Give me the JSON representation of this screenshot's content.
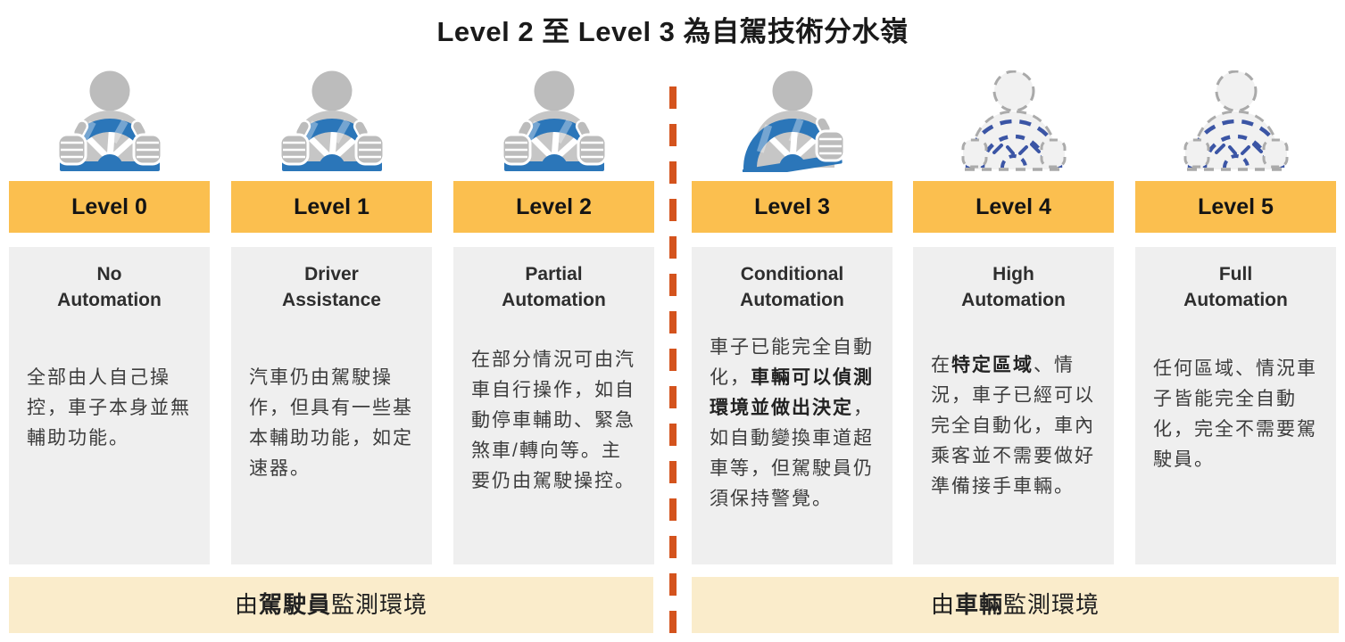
{
  "title": "Level 2 至 Level 3 為自駕技術分水嶺",
  "colors": {
    "level_bar_orange": "#FBBF4F",
    "panel_gray": "#EFEFEF",
    "footer_cream": "#FAECCB",
    "divider_orange_red": "#D4531D",
    "wheel_blue": "#2B76B9",
    "dashed_blue": "#3B55A5",
    "driver_gray": "#BCBCBC"
  },
  "divider": {
    "style": "vertical-dashed",
    "meaning": "Level 2 與 Level 3 之間的分水嶺",
    "color": "#D4531D"
  },
  "columns": [
    {
      "level_label": "Level 0",
      "icon": "driver-hands-on-wheel",
      "name_en": "No\nAutomation",
      "desc_segments": [
        {
          "text": "全部由人自己操控，車子本身並無輔助功能。",
          "bold": false
        }
      ]
    },
    {
      "level_label": "Level 1",
      "icon": "driver-hands-on-wheel",
      "name_en": "Driver\nAssistance",
      "desc_segments": [
        {
          "text": "汽車仍由駕駛操作，但具有一些基本輔助功能，如定速器。",
          "bold": false
        }
      ]
    },
    {
      "level_label": "Level 2",
      "icon": "driver-hands-on-wheel",
      "name_en": "Partial\nAutomation",
      "desc_segments": [
        {
          "text": "在部分情況可由汽車自行操作，如自動停車輔助、緊急煞車/轉向等。主要仍由駕駛操控。",
          "bold": false
        }
      ]
    },
    {
      "level_label": "Level 3",
      "icon": "driver-one-hand-on-wheel",
      "name_en": "Conditional\nAutomation",
      "desc_segments": [
        {
          "text": "車子已能完全自動化，",
          "bold": false
        },
        {
          "text": "車輛可以偵測環境並做出決定",
          "bold": true
        },
        {
          "text": "，如自動變換車道超車等，但駕駛員仍須保持警覺。",
          "bold": false
        }
      ]
    },
    {
      "level_label": "Level 4",
      "icon": "autonomous-dashed-driver",
      "name_en": "High\nAutomation",
      "desc_segments": [
        {
          "text": "在",
          "bold": false
        },
        {
          "text": "特定區域",
          "bold": true
        },
        {
          "text": "、情況，車子已經可以完全自動化，車內乘客並不需要做好準備接手車輛。",
          "bold": false
        }
      ]
    },
    {
      "level_label": "Level 5",
      "icon": "autonomous-dashed-driver",
      "name_en": "Full\nAutomation",
      "desc_segments": [
        {
          "text": "任何區域、情況車子皆能完全自動化，完全不需要駕駛員。",
          "bold": false
        }
      ]
    }
  ],
  "footers": [
    {
      "covers": "Level 0 - Level 2",
      "segments": [
        {
          "text": "由",
          "bold": false
        },
        {
          "text": "駕駛員",
          "bold": true
        },
        {
          "text": "監測環境",
          "bold": false
        }
      ]
    },
    {
      "covers": "Level 3 - Level 5",
      "segments": [
        {
          "text": "由",
          "bold": false
        },
        {
          "text": "車輛",
          "bold": true
        },
        {
          "text": "監測環境",
          "bold": false
        }
      ]
    }
  ]
}
